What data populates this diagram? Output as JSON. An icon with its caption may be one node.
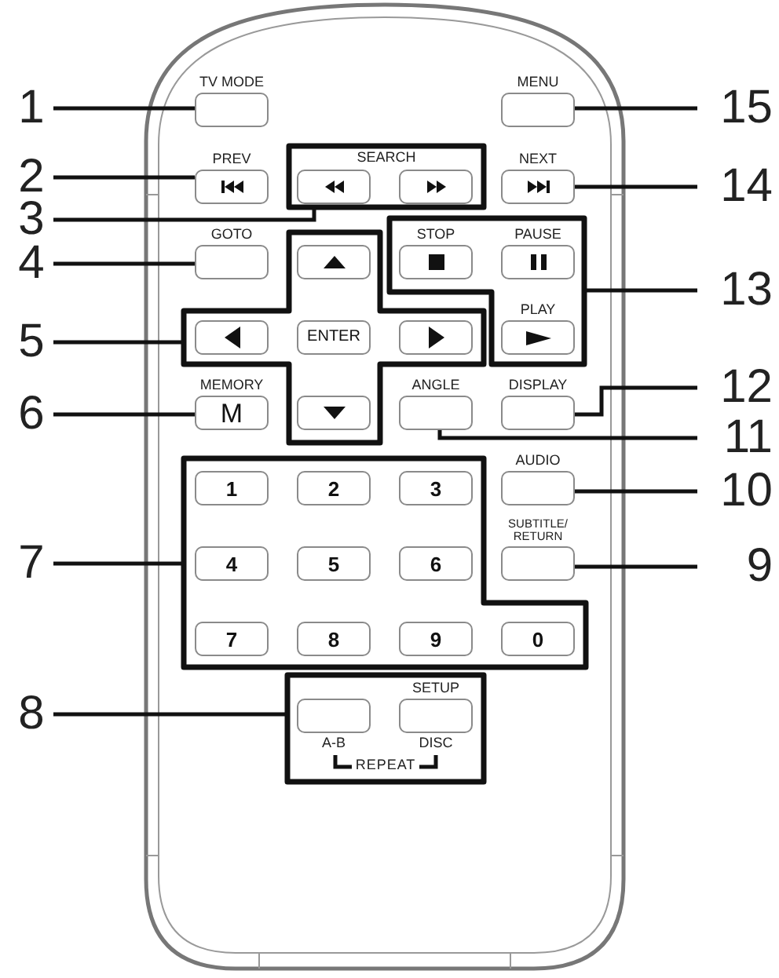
{
  "diagram": {
    "nodes": [
      {
        "text": [
          "1"
        ]
      },
      {
        "text": [
          "TV MODE"
        ]
      },
      {
        "text": [
          "15"
        ]
      },
      {
        "text": [
          "MENU"
        ]
      },
      {
        "text": [
          "2"
        ]
      },
      {
        "text": [
          "PREV"
        ]
      },
      {
        "text": [
          "3"
        ]
      },
      {
        "text": [
          "SEARCH"
        ]
      },
      {
        "text": [],
        "shape": "box",
        "in": 7
      },
      {
        "text": [],
        "shape": "box",
        "in": 7
      },
      {
        "text": [
          "14"
        ]
      },
      {
        "text": [
          "NEXT"
        ]
      },
      {
        "text": [
          "4"
        ]
      },
      {
        "text": [
          "GOTO"
        ]
      },
      {
        "text": [
          "5"
        ]
      },
      {
        "text": [],
        "shape": "cross"
      },
      {
        "text": [],
        "shape": "box",
        "in": 15
      },
      {
        "text": [],
        "shape": "box",
        "in": 15
      },
      {
        "text": [
          "ENTER"
        ],
        "in": 15
      },
      {
        "text": [],
        "shape": "box",
        "in": 15
      },
      {
        "text": [],
        "shape": "box",
        "in": 15
      },
      {
        "text": [
          "13"
        ]
      },
      {
        "text": [],
        "shape": "box"
      },
      {
        "text": [
          "STOP"
        ],
        "in": 22
      },
      {
        "text": [
          "PAUSE"
        ],
        "in": 22
      },
      {
        "text": [
          "PLAY"
        ],
        "in": 22
      },
      {
        "text": [
          "6"
        ]
      },
      {
        "text": [
          "MEMORY",
          "M"
        ]
      },
      {
        "text": [
          "ANGLE"
        ]
      },
      {
        "text": [
          "11"
        ]
      },
      {
        "text": [
          "DISPLAY"
        ]
      },
      {
        "text": [
          "12"
        ]
      },
      {
        "text": [
          "7"
        ]
      },
      {
        "text": [],
        "shape": "box"
      },
      {
        "text": [
          "1"
        ],
        "in": 33
      },
      {
        "text": [
          "2"
        ],
        "in": 33
      },
      {
        "text": [
          "3"
        ],
        "in": 33
      },
      {
        "text": [
          "4"
        ],
        "in": 33
      },
      {
        "text": [
          "5"
        ],
        "in": 33
      },
      {
        "text": [
          "6"
        ],
        "in": 33
      },
      {
        "text": [
          "7"
        ],
        "in": 33
      },
      {
        "text": [
          "8"
        ],
        "in": 33
      },
      {
        "text": [
          "9"
        ],
        "in": 33
      },
      {
        "text": [
          "0"
        ],
        "in": 33
      },
      {
        "text": [
          "AUDIO"
        ]
      },
      {
        "text": [
          "10"
        ]
      },
      {
        "text": [
          "SUBTITLE/ RETURN"
        ]
      },
      {
        "text": [
          "9"
        ]
      },
      {
        "text": [
          "8"
        ]
      },
      {
        "text": [
          "REPEAT"
        ]
      },
      {
        "text": [
          "A-B"
        ],
        "in": 49
      },
      {
        "text": [
          "SETUP",
          "DISC"
        ],
        "in": 49
      }
    ],
    "edges": [
      {
        "from": 0,
        "to": 1,
        "arrow": "none"
      },
      {
        "from": 2,
        "to": 3,
        "arrow": "none"
      },
      {
        "from": 4,
        "to": 5,
        "arrow": "none"
      },
      {
        "from": 6,
        "to": 7,
        "arrow": "none"
      },
      {
        "from": 10,
        "to": 11,
        "arrow": "none"
      },
      {
        "from": 12,
        "to": 13,
        "arrow": "none"
      },
      {
        "from": 14,
        "to": 15,
        "arrow": "none"
      },
      {
        "from": 21,
        "to": 22,
        "arrow": "none"
      },
      {
        "from": 26,
        "to": 27,
        "arrow": "none"
      },
      {
        "from": 29,
        "to": 28,
        "arrow": "none"
      },
      {
        "from": 31,
        "to": 30,
        "arrow": "none"
      },
      {
        "from": 32,
        "to": 33,
        "arrow": "none"
      },
      {
        "from": 45,
        "to": 44,
        "arrow": "none"
      },
      {
        "from": 47,
        "to": 46,
        "arrow": "none"
      },
      {
        "from": 48,
        "to": 49,
        "arrow": "none"
      }
    ]
  }
}
